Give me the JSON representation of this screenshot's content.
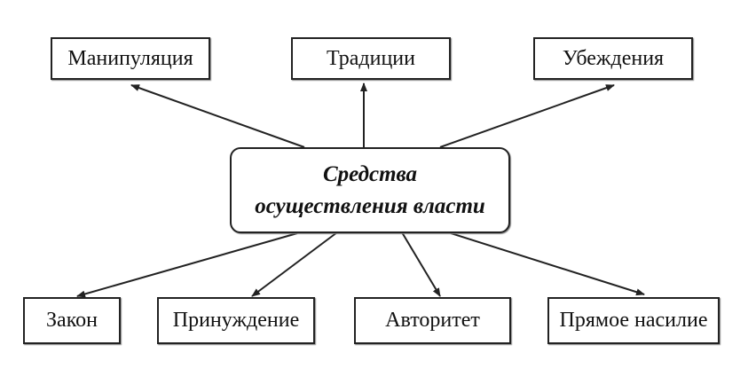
{
  "center": {
    "line1": "Средства",
    "line2": "осуществления власти"
  },
  "top_nodes": [
    "Манипуляция",
    "Традиции",
    "Убеждения"
  ],
  "bottom_nodes": [
    "Закон",
    "Принуждение",
    "Авторитет",
    "Прямое насилие"
  ],
  "colors": {
    "line": "#222222",
    "background": "#ffffff"
  }
}
